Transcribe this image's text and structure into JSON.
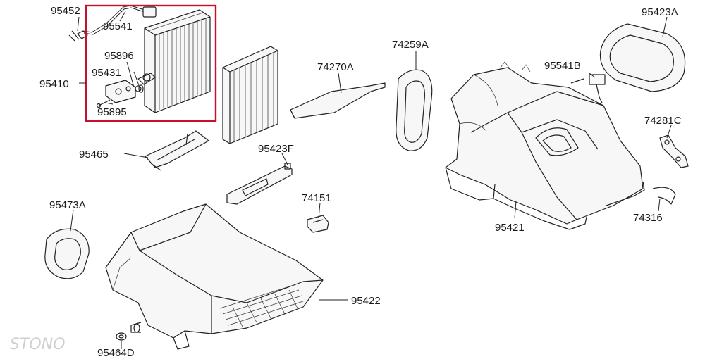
{
  "labels": {
    "p95452": "95452",
    "p95541": "95541",
    "p95896": "95896",
    "p95431": "95431",
    "p95410": "95410",
    "p95895": "95895",
    "p74270a": "74270A",
    "p74259a": "74259A",
    "p95423a": "95423A",
    "p95541b": "95541B",
    "p74281c": "74281C",
    "p95465": "95465",
    "p95423f": "95423F",
    "p74151": "74151",
    "p95473a": "95473A",
    "p95421": "95421",
    "p74316": "74316",
    "p95422": "95422",
    "p95464d": "95464D"
  },
  "watermark": "STONO",
  "colors": {
    "highlight": "#c8102e",
    "line": "#222222"
  }
}
